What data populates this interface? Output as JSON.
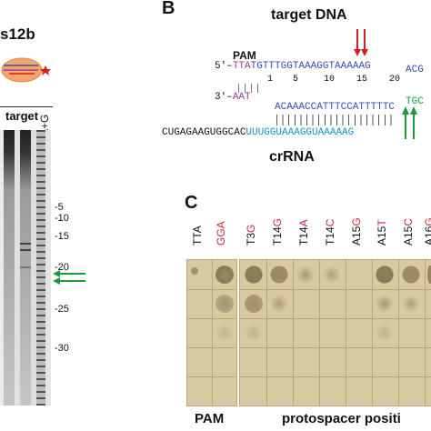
{
  "panelA": {
    "title_fragment": "s12b",
    "gel_header": "target",
    "lane_labels": [
      "-",
      "+",
      "A+G"
    ],
    "markers": [
      "-5",
      "-10",
      "-15",
      "-20",
      "-25",
      "-30"
    ]
  },
  "panelB": {
    "letter": "B",
    "title": "target DNA",
    "pam_label": "PAM",
    "top_strand_prefix": "5′–",
    "top_pam": "TTA",
    "top_seq": "TGTTTGGTAAAGGTAAAAAG",
    "top_tail": "ACG",
    "ruler": [
      "1",
      "5",
      "10",
      "15",
      "20"
    ],
    "bottom_strand_prefix": "3′–",
    "bottom_pam": "AAT",
    "bottom_seq": "ACAAACCATTTCCATTTTTC",
    "bottom_tail": "TGC",
    "crrna_5prime": "CUGAGAAGUGGCAC",
    "crrna_spacer": "UUUGGUAAAGGUAAAAAG",
    "crrna_label": "crRNA"
  },
  "panelC": {
    "letter": "C",
    "columns": [
      {
        "base": "TTA",
        "mut": ""
      },
      {
        "base": "",
        "mut": "GGA"
      },
      {
        "base": "T3",
        "mut": "G"
      },
      {
        "base": "T14",
        "mut": "G"
      },
      {
        "base": "T14",
        "mut": "A"
      },
      {
        "base": "T14",
        "mut": "C"
      },
      {
        "base": "A15",
        "mut": "G"
      },
      {
        "base": "A15",
        "mut": "T"
      },
      {
        "base": "A15",
        "mut": "C"
      },
      {
        "base": "A16",
        "mut": "G"
      }
    ],
    "footer_left": "PAM",
    "footer_right": "protospacer positi"
  },
  "colors": {
    "pam_magenta": "#a23a9a",
    "dna_blue": "#3050b8",
    "crrna_cyan": "#1a8fd0",
    "mutation_red": "#d0243a",
    "cleavage_red": "#d02020",
    "cleavage_green": "#1a9a3a",
    "plate_tan": "#d8c9a0"
  }
}
